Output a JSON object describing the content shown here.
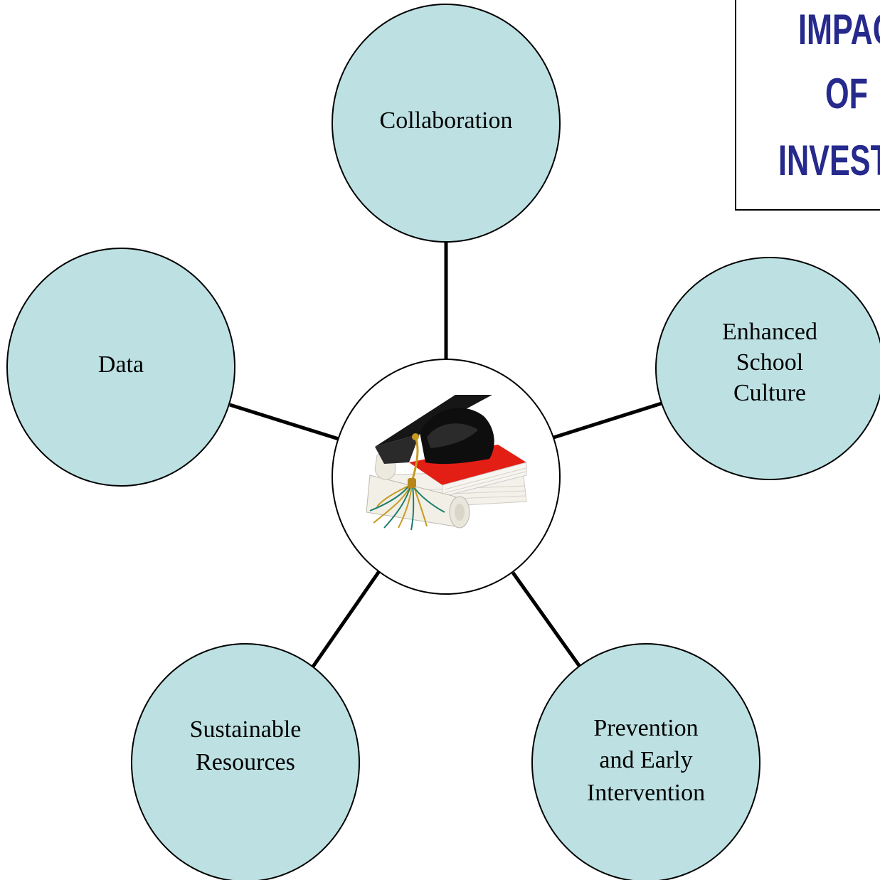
{
  "colors": {
    "node_fill": "#bde1e3",
    "center_fill": "#ffffff",
    "stroke": "#000000",
    "connector": "#000000",
    "title_text": "#262a8d"
  },
  "title": {
    "lines": [
      "IMPAC",
      "OF",
      "INVESTM"
    ]
  },
  "center": {
    "icon": "graduation-cap-diploma-books-icon"
  },
  "nodes": [
    {
      "id": "collaboration",
      "lines": [
        "Collaboration"
      ]
    },
    {
      "id": "enhanced-school-culture",
      "lines": [
        "Enhanced",
        "School",
        "Culture"
      ]
    },
    {
      "id": "prevention-early-intervention",
      "lines": [
        "Prevention",
        "and Early",
        "Intervention"
      ]
    },
    {
      "id": "sustainable-resources",
      "lines": [
        "Sustainable",
        "Resources"
      ]
    },
    {
      "id": "data",
      "lines": [
        "Data"
      ]
    }
  ]
}
